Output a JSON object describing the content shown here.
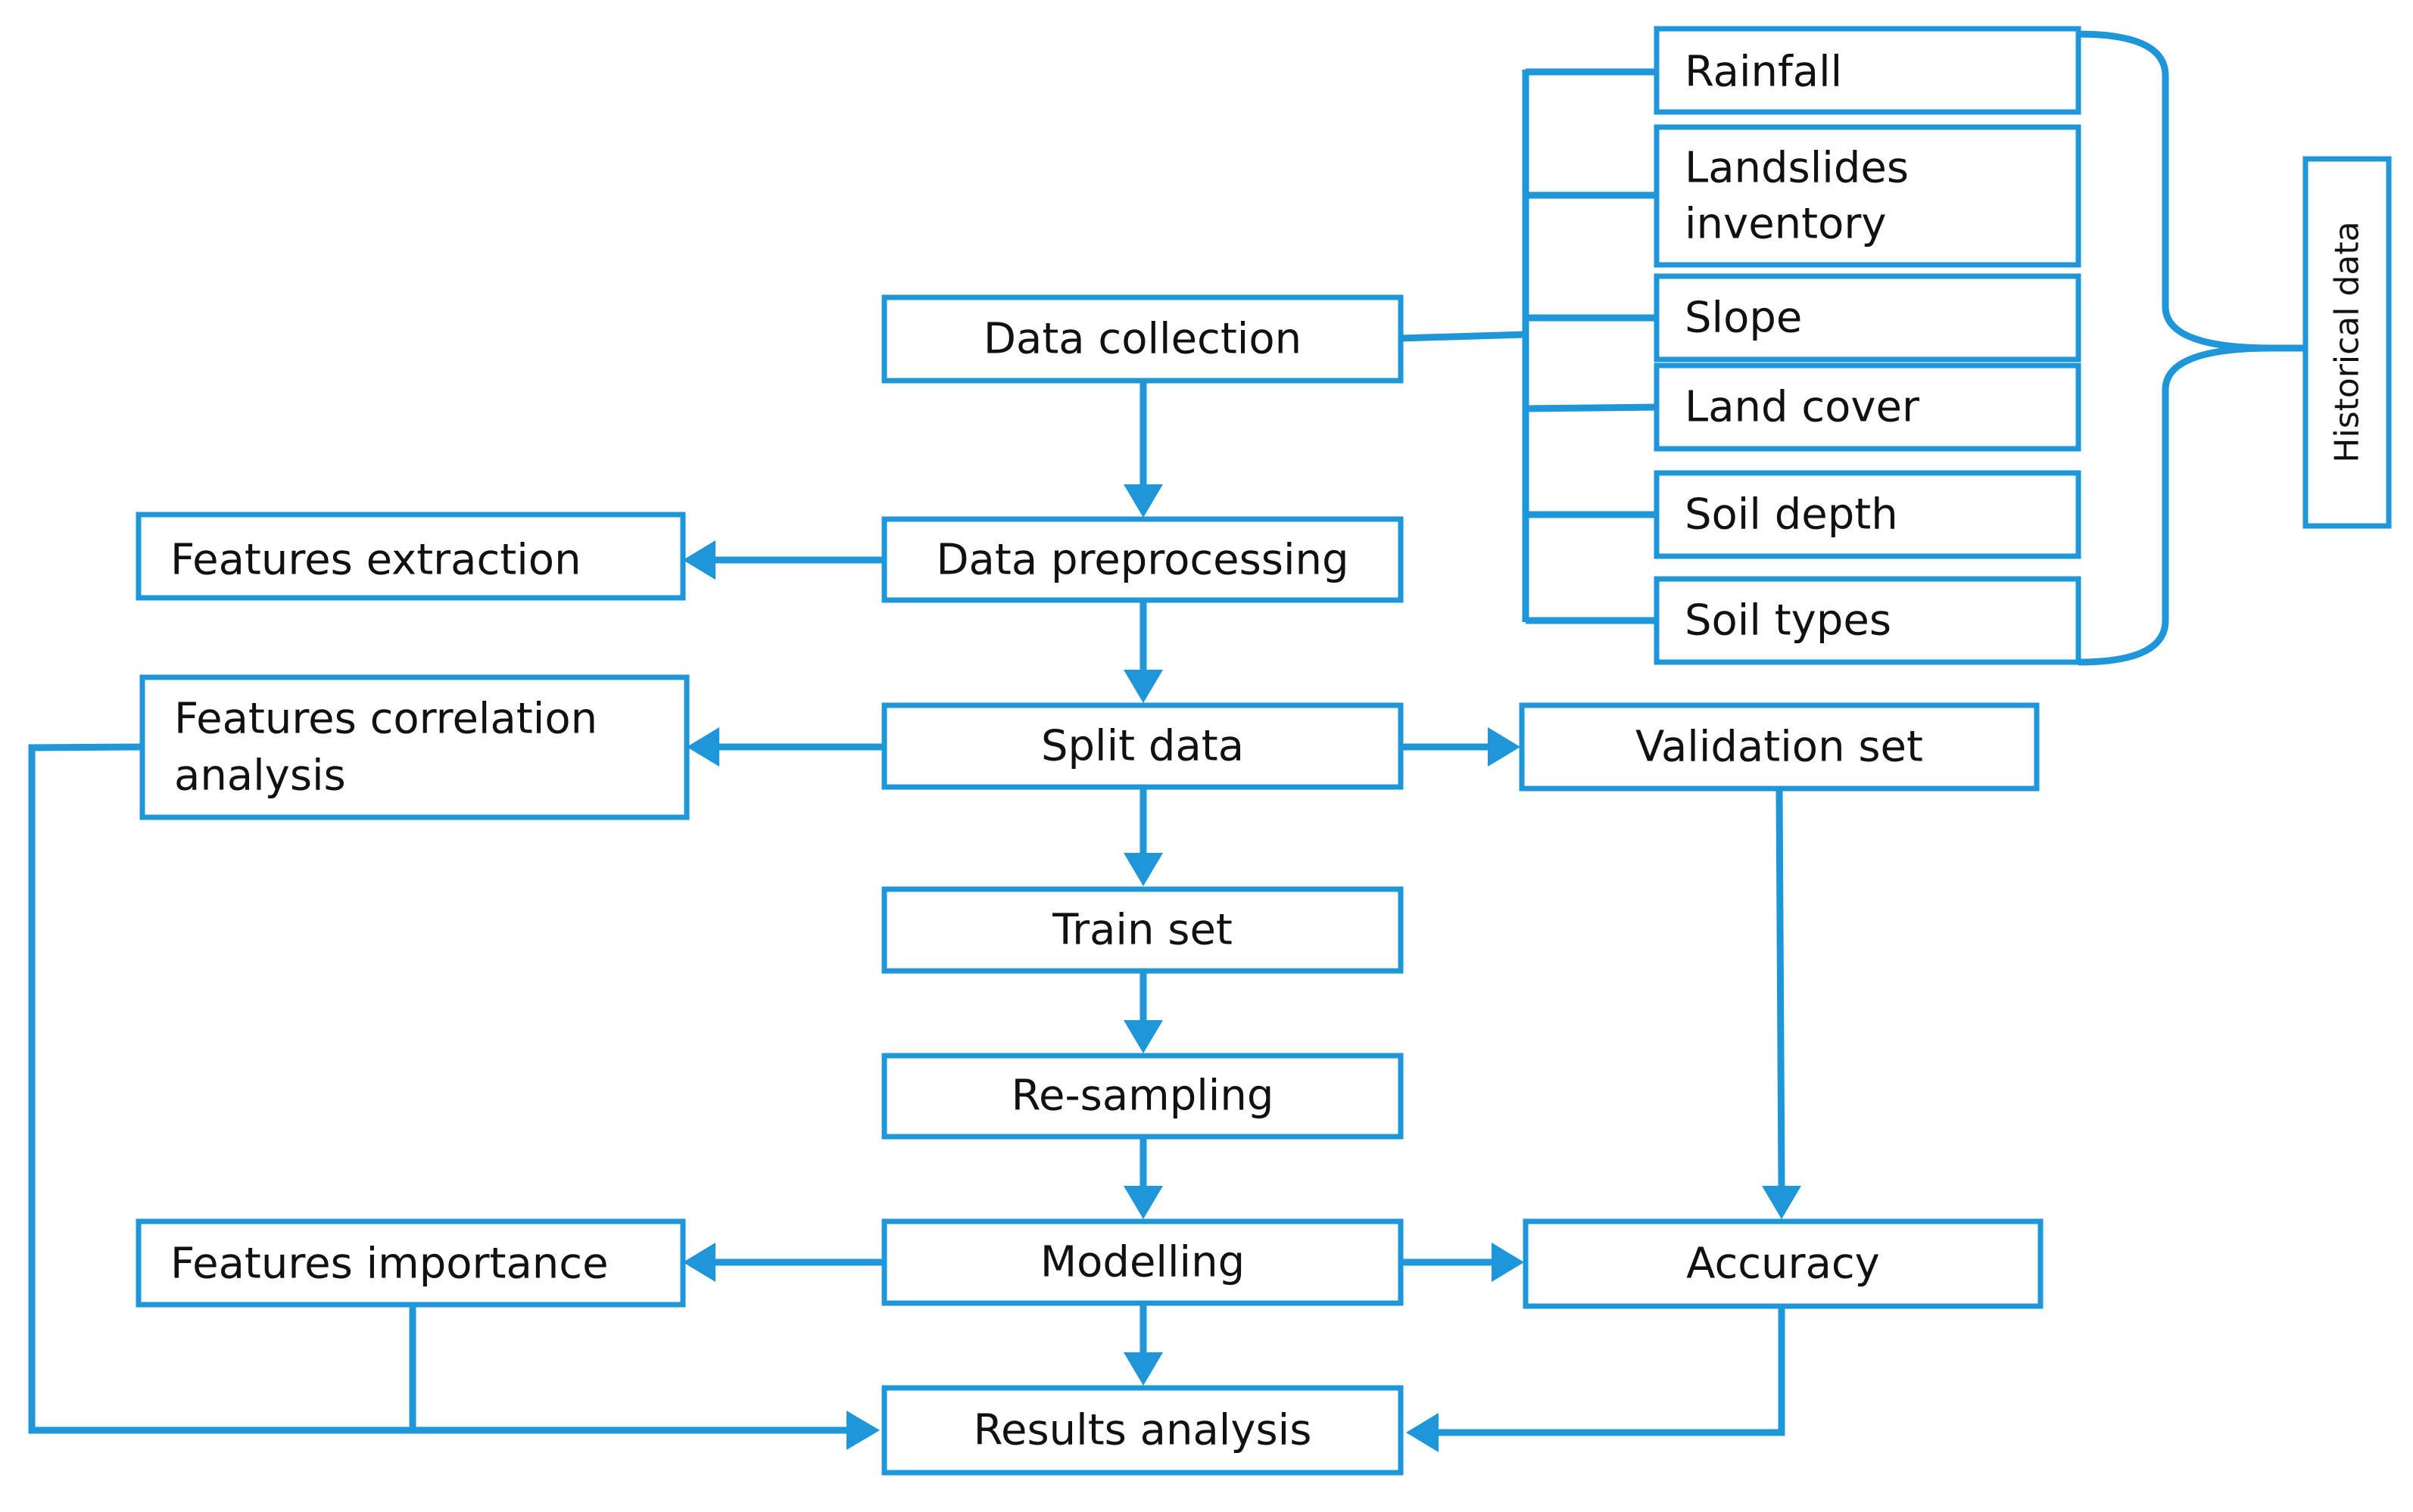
{
  "colors": {
    "accent": "#1e96d8",
    "text": "#111111",
    "background": "#ffffff"
  },
  "nodes": {
    "data_collection": "Data collection",
    "data_preprocessing": "Data preprocessing",
    "split_data": "Split data",
    "train_set": "Train set",
    "re_sampling": "Re-sampling",
    "modelling": "Modelling",
    "results_analysis": "Results analysis",
    "features_extraction": "Features extraction",
    "features_correlation": [
      "Features correlation",
      "analysis"
    ],
    "features_importance": "Features importance",
    "validation_set": "Validation set",
    "accuracy": "Accuracy"
  },
  "data_sources": [
    {
      "key": "rainfall",
      "lines": [
        "Rainfall"
      ]
    },
    {
      "key": "landslides-inventory",
      "lines": [
        "Landslides",
        "inventory"
      ]
    },
    {
      "key": "slope",
      "lines": [
        "Slope"
      ]
    },
    {
      "key": "land-cover",
      "lines": [
        "Land cover"
      ]
    },
    {
      "key": "soil-depth",
      "lines": [
        "Soil depth"
      ]
    },
    {
      "key": "soil-types",
      "lines": [
        "Soil types"
      ]
    }
  ],
  "group_label": "Historical data"
}
